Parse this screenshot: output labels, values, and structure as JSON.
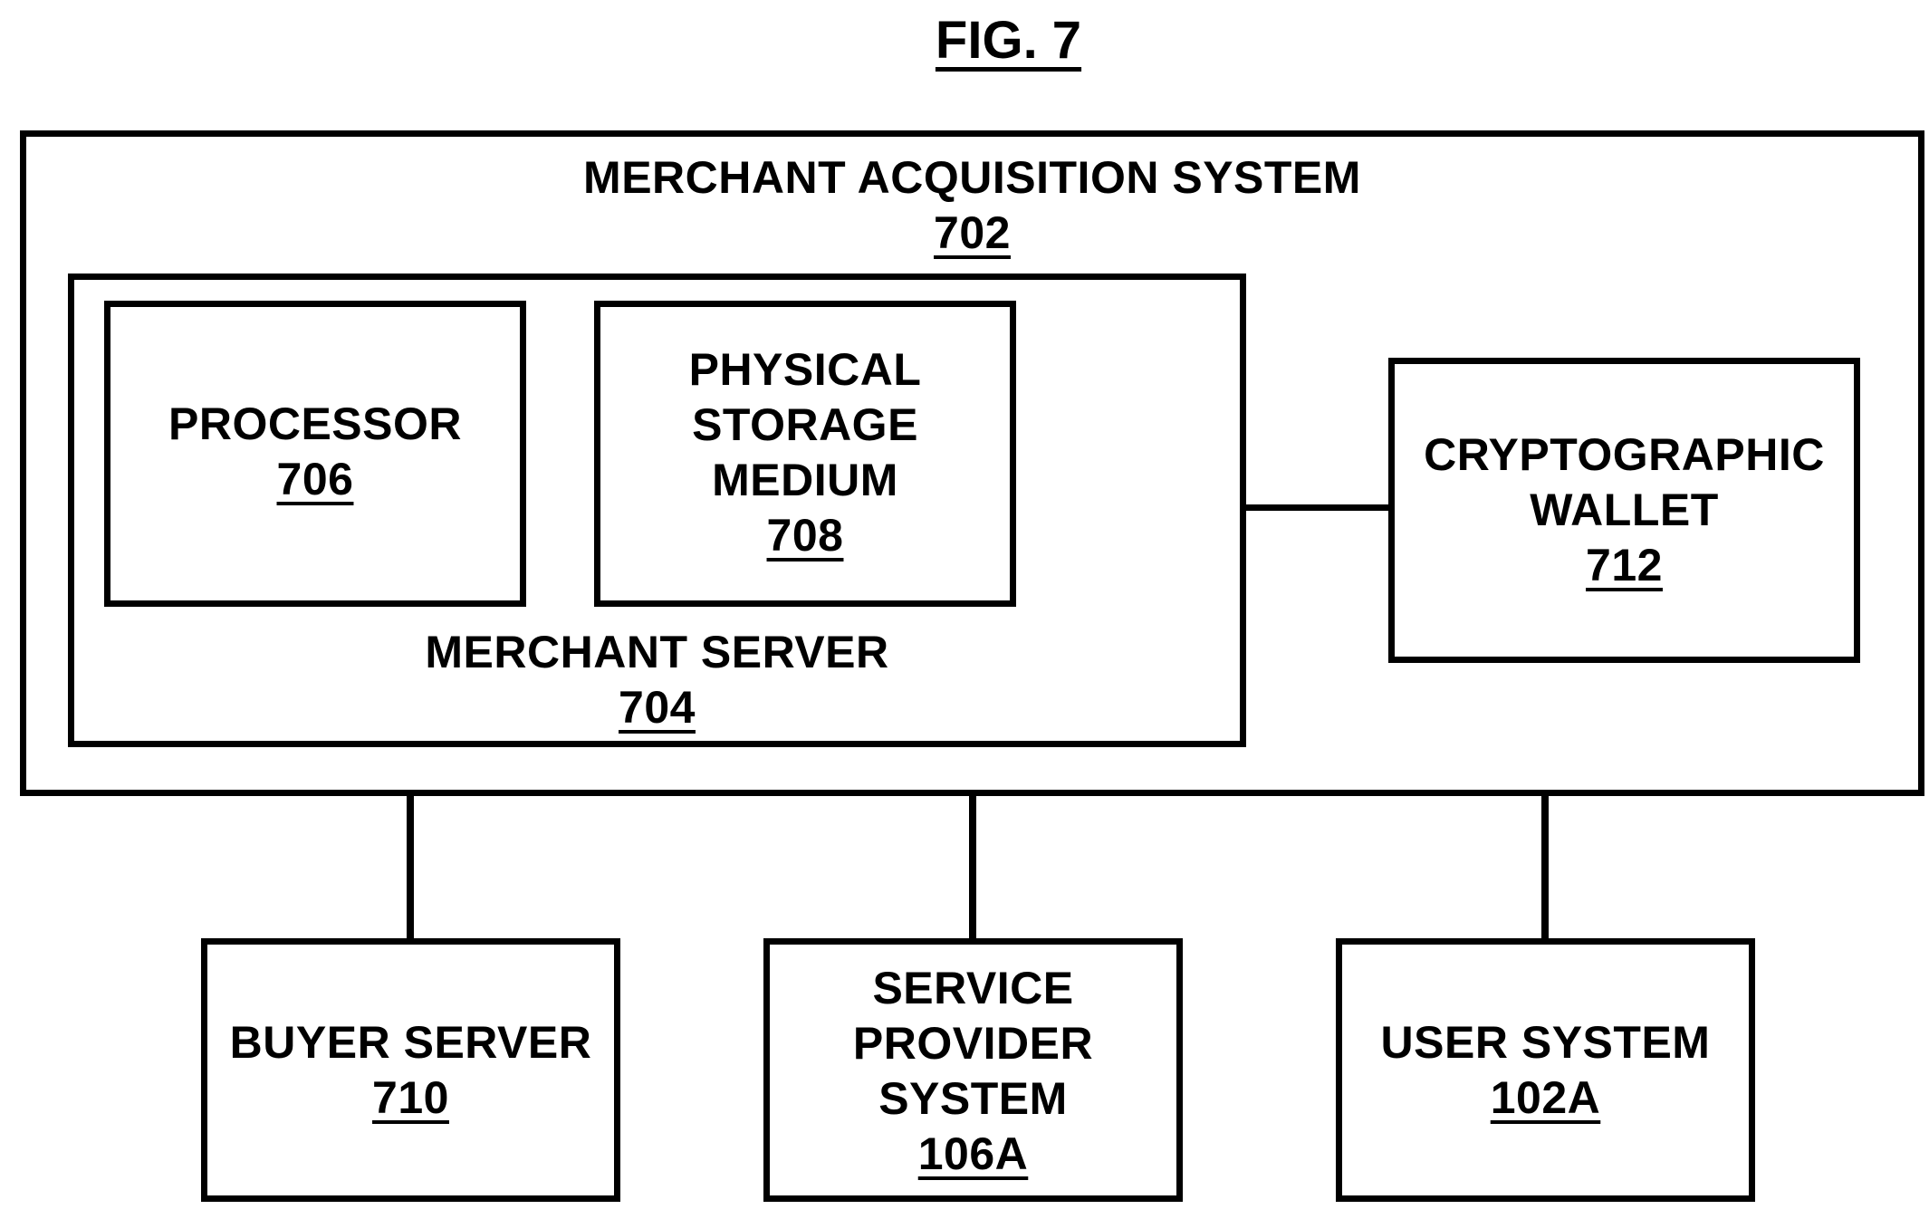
{
  "figure": {
    "title": "FIG. 7"
  },
  "merchant_acquisition_system": {
    "label": "MERCHANT ACQUISITION SYSTEM",
    "ref": "702"
  },
  "merchant_server": {
    "label": "MERCHANT SERVER",
    "ref": "704"
  },
  "processor": {
    "label": "PROCESSOR",
    "ref": "706"
  },
  "physical_storage_medium": {
    "lines": [
      "PHYSICAL",
      "STORAGE",
      "MEDIUM"
    ],
    "ref": "708"
  },
  "cryptographic_wallet": {
    "lines": [
      "CRYPTOGRAPHIC",
      "WALLET"
    ],
    "ref": "712"
  },
  "buyer_server": {
    "label": "BUYER SERVER",
    "ref": "710"
  },
  "service_provider_system": {
    "lines": [
      "SERVICE",
      "PROVIDER",
      "SYSTEM"
    ],
    "ref": "106A"
  },
  "user_system": {
    "label": "USER SYSTEM",
    "ref": "102A"
  }
}
